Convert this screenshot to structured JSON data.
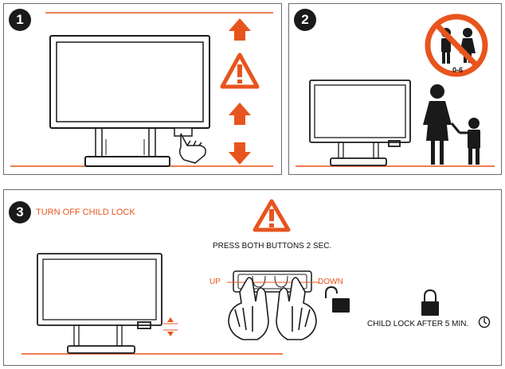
{
  "steps": [
    {
      "number": "1"
    },
    {
      "number": "2",
      "age_label": "0-6"
    },
    {
      "number": "3",
      "title": "TURN OFF CHILD LOCK",
      "instruction": "PRESS BOTH BUTTONS 2 SEC.",
      "up_label": "UP",
      "down_label": "DOWN",
      "lock_note": "CHILD LOCK AFTER 5 MIN."
    }
  ],
  "colors": {
    "accent": "#e8541d",
    "line": "#1a1a1a"
  }
}
